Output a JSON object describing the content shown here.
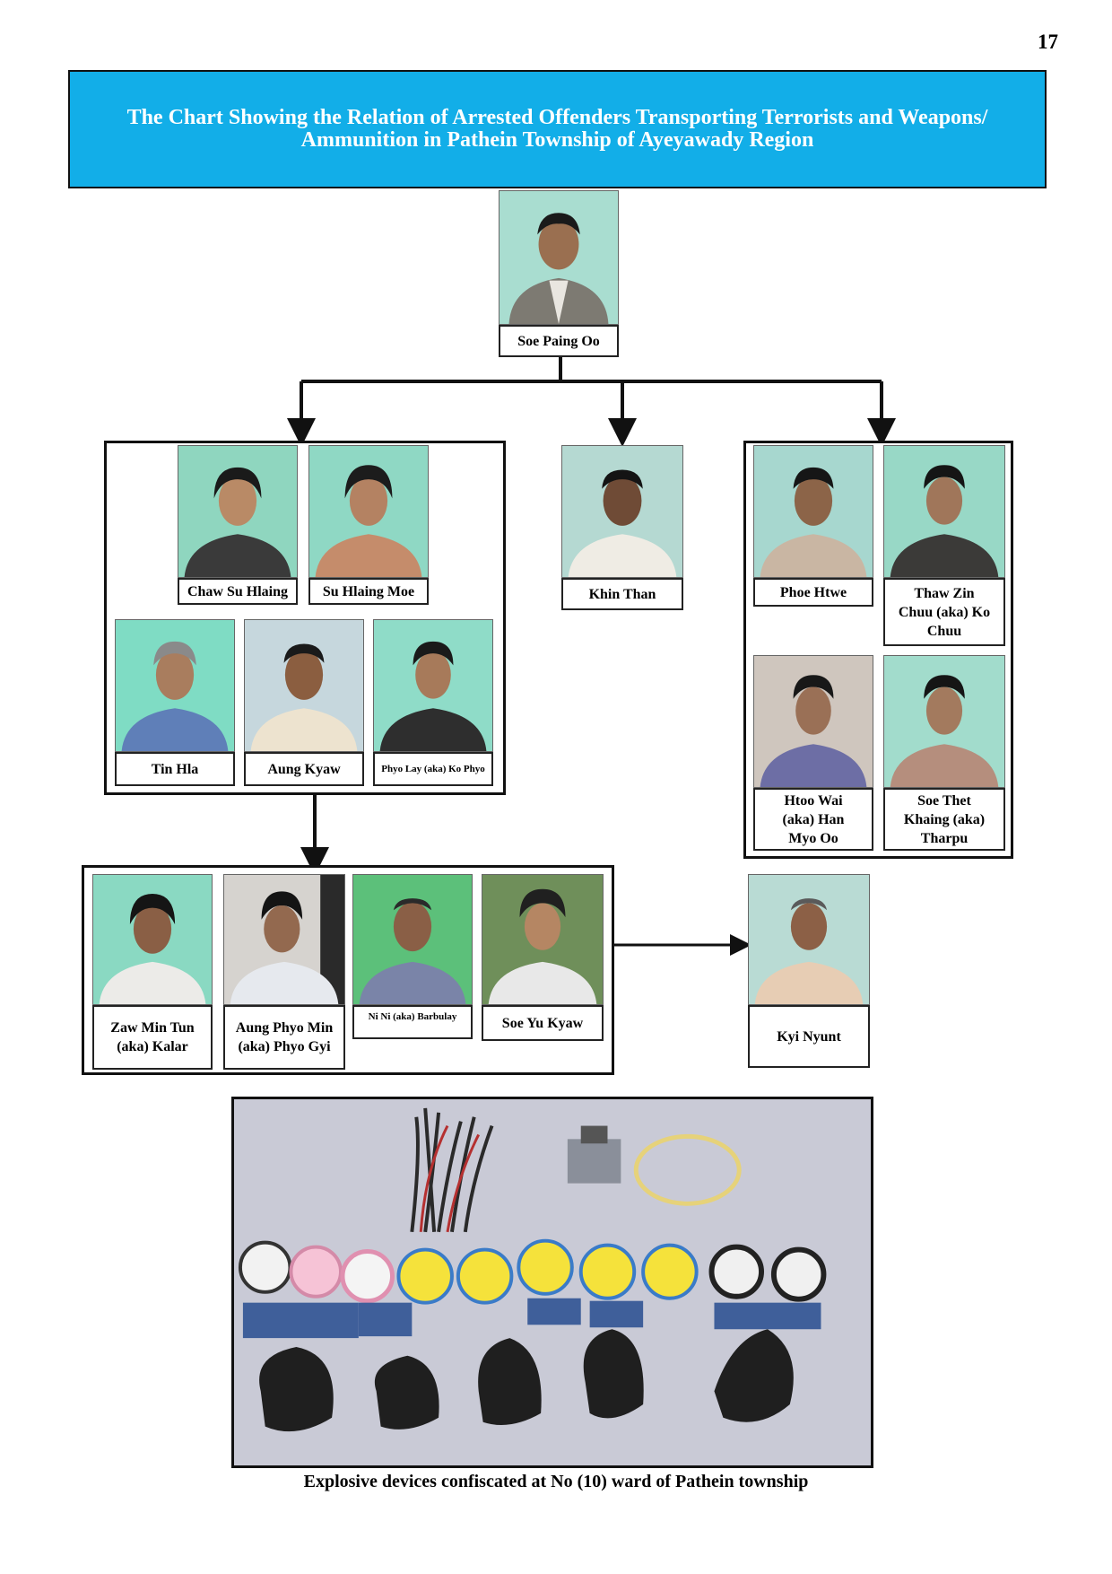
{
  "page_number": "17",
  "title": {
    "line1": "The Chart Showing the Relation of Arrested Offenders Transporting Terrorists and Weapons/",
    "line2": "Ammunition in Pathein Township of Ayeyawady Region"
  },
  "colors": {
    "title_background": "#12aee8",
    "title_text": "#ffffff",
    "border": "#111111"
  },
  "top": {
    "name": "Soe Paing Oo"
  },
  "group_left": [
    {
      "name": "Chaw Su Hlaing"
    },
    {
      "name": "Su Hlaing Moe"
    },
    {
      "name": "Tin Hla"
    },
    {
      "name": "Aung Kyaw"
    },
    {
      "name": "Phyo Lay (aka) Ko Phyo"
    }
  ],
  "center": {
    "name": "Khin Than"
  },
  "group_right": [
    {
      "name": "Phoe Htwe"
    },
    {
      "name": "Thaw Zin Chuu (aka) Ko Chuu"
    },
    {
      "name": "Htoo Wai (aka) Han Myo Oo"
    },
    {
      "name": "Soe Thet Khaing (aka) Tharpu"
    }
  ],
  "group_bottom": [
    {
      "name": "Zaw Min Tun (aka) Kalar"
    },
    {
      "name": "Aung Phyo Min (aka) Phyo Gyi"
    },
    {
      "name": "Ni Ni (aka) Barbulay"
    },
    {
      "name": "Soe Yu Kyaw"
    }
  ],
  "side": {
    "name": "Kyi Nyunt"
  },
  "evidence_caption": "Explosive devices confiscated at No (10) ward of Pathein township"
}
